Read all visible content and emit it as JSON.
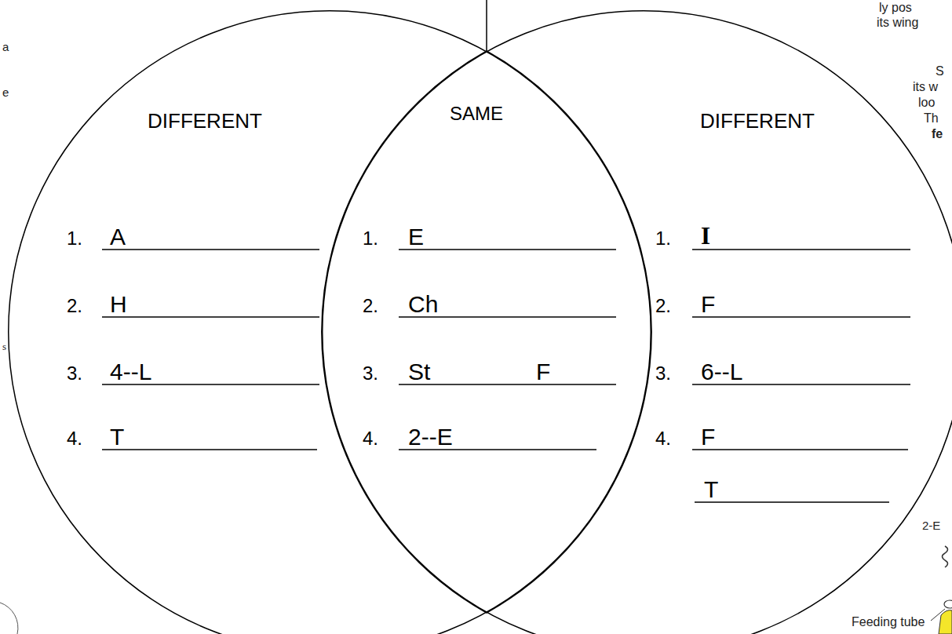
{
  "diagram": {
    "nodes": [
      {
        "text": [
          "DIFFERENT",
          "1.",
          "A",
          "2.",
          "H",
          "3.",
          "4--L",
          "4.",
          "T"
        ]
      },
      {
        "text": [
          "SAME",
          "1.",
          "E",
          "2.",
          "Ch",
          "3.",
          "St",
          "F",
          "4.",
          "2--E"
        ]
      },
      {
        "text": [
          "DIFFERENT",
          "1.",
          "I",
          "2.",
          "F",
          "3.",
          "6--L",
          "4.",
          "F",
          "T"
        ]
      }
    ],
    "labels": [
      "ly pos",
      "its wing",
      "S",
      "its w",
      "loo",
      "Th",
      "fe",
      "2-E",
      "Feeding tube",
      "a",
      "e",
      "s"
    ]
  }
}
